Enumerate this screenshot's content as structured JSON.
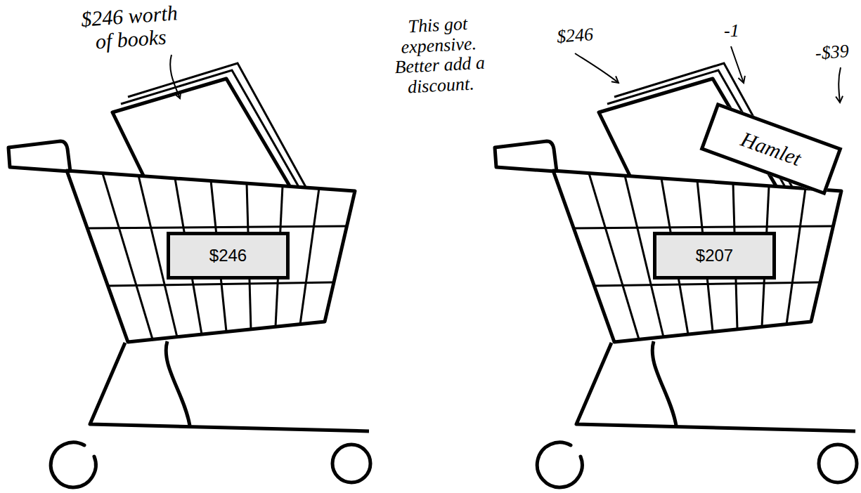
{
  "diagram": {
    "nodes": [
      {
        "text": [
          "$246"
        ]
      },
      {
        "text": [
          "Hamlet"
        ]
      },
      {
        "text": [
          "$207"
        ]
      }
    ],
    "labels": [
      "$246 worth of books",
      "This got expensive. Better add a discount.",
      "$246",
      "-1",
      "-$39"
    ]
  }
}
